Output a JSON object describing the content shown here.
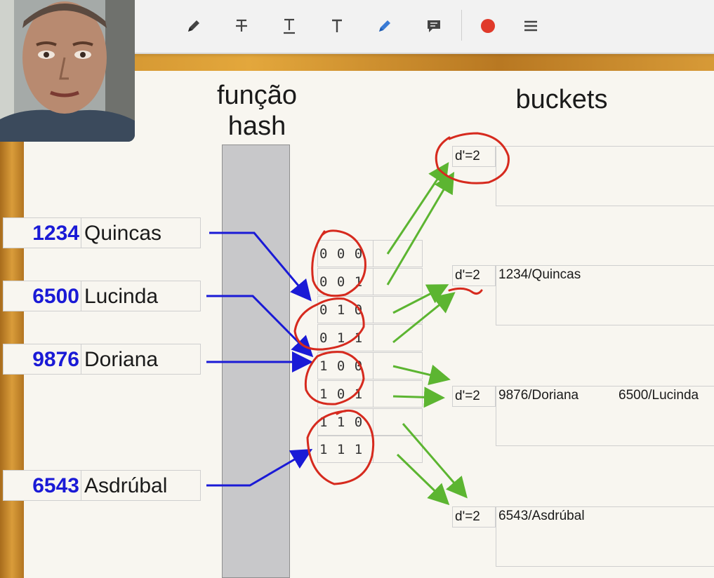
{
  "colors": {
    "key_blue": "#1a1ad6",
    "annotation_red": "#d62a1e",
    "arrow_green": "#5cb531",
    "arrow_blue": "#1a1ad6",
    "record_dot": "#e03a2a"
  },
  "toolbar": {
    "tools": [
      {
        "icon": "pen-icon"
      },
      {
        "icon": "strikethrough-icon"
      },
      {
        "icon": "underline-icon"
      },
      {
        "icon": "text-icon"
      },
      {
        "icon": "highlighter-icon",
        "active": true
      },
      {
        "icon": "comment-icon"
      },
      {
        "icon": "record-icon"
      },
      {
        "icon": "menu-icon"
      }
    ]
  },
  "diagram": {
    "hash_title_line1": "função",
    "hash_title_line2": "hash",
    "buckets_title": "buckets",
    "keys": [
      {
        "number": "1234",
        "name": "Quincas"
      },
      {
        "number": "6500",
        "name": "Lucinda"
      },
      {
        "number": "9876",
        "name": "Doriana"
      },
      {
        "number": "6543",
        "name": "Asdrúbal"
      }
    ],
    "directory": [
      "0 0 0",
      "0 0 1",
      "0 1 0",
      "0 1 1",
      "1 0 0",
      "1 0 1",
      "1 1 0",
      "1 1 1"
    ],
    "buckets": [
      {
        "depth": "d'=2",
        "records": []
      },
      {
        "depth": "d'=2",
        "records": [
          "1234/Quincas"
        ]
      },
      {
        "depth": "d'=2",
        "records": [
          "9876/Doriana",
          "6500/Lucinda"
        ]
      },
      {
        "depth": "d'=2",
        "records": [
          "6543/Asdrúbal"
        ]
      }
    ]
  }
}
